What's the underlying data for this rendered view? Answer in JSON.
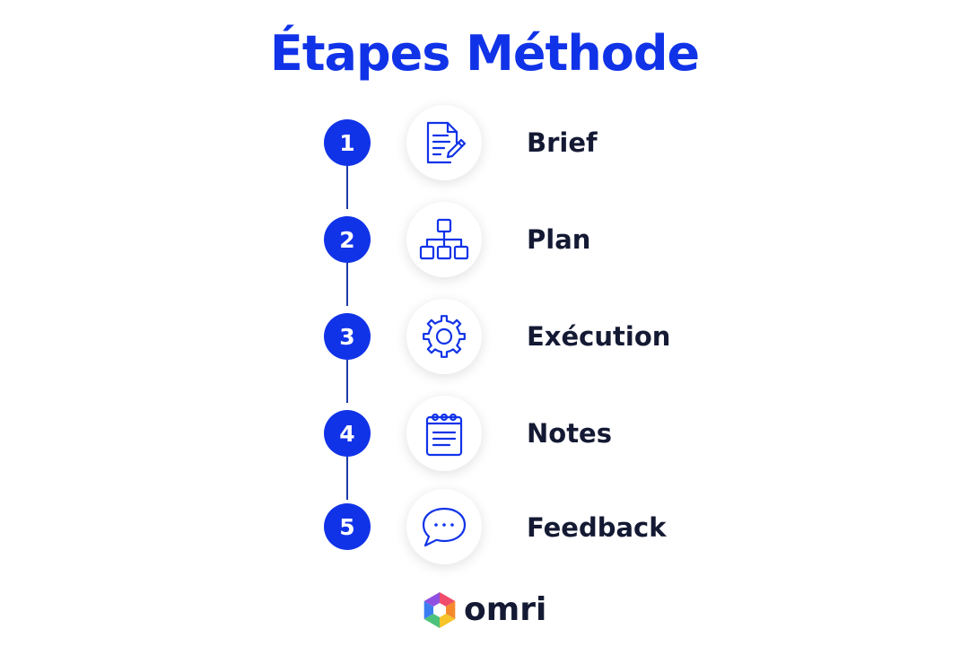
{
  "title": "Étapes Méthode",
  "steps": [
    {
      "number": "1",
      "label": "Brief",
      "icon": "document-edit-icon"
    },
    {
      "number": "2",
      "label": "Plan",
      "icon": "hierarchy-icon"
    },
    {
      "number": "3",
      "label": "Exécution",
      "icon": "gear-icon"
    },
    {
      "number": "4",
      "label": "Notes",
      "icon": "notepad-icon"
    },
    {
      "number": "5",
      "label": "Feedback",
      "icon": "chat-bubble-icon"
    }
  ],
  "logo": {
    "text": "omri",
    "icon": "hexagon-logo-icon"
  },
  "colors": {
    "accent": "#1133e8",
    "text": "#141a33",
    "background": "#ffffff"
  }
}
